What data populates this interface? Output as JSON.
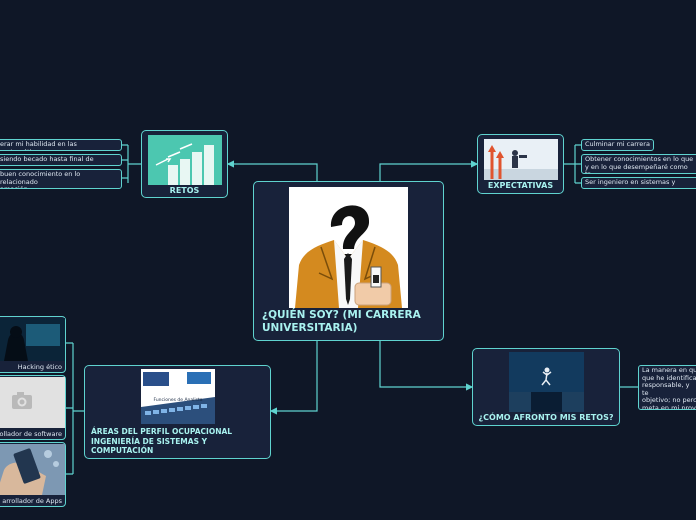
{
  "central": {
    "title": "¿QUIÉN SOY? (MI CARRERA UNIVERSITARIA)"
  },
  "retos": {
    "title": "RETOS",
    "items": [
      "erar mi habilidad en las matemáticas",
      "siendo becado hasta final de carrera.",
      "buen conocimiento en lo relacionado\namación"
    ]
  },
  "expectativas": {
    "title": "EXPECTATIVAS",
    "items": [
      "Culminar mi carrera",
      "Obtener conocimientos en lo que\ny en lo que desempeñaré como tr",
      "Ser ingeniero en sistemas y comp"
    ]
  },
  "afronto": {
    "title": "¿CÓMO AFRONTO MIS RETOS?",
    "text": "La manera en qu\nque he identifica\nresponsable, y te\nobjetivo; no perc\nmeta en mi proy"
  },
  "areas": {
    "title": "ÁREAS DEL PERFIL OCUPACIONAL INGENIERÍA DE SISTEMAS Y COMPUTACIÓN",
    "image_text": "Funciones de Analista",
    "items": [
      "Hacking ético",
      "rollador de software",
      "arrollador de Apps"
    ]
  },
  "colors": {
    "background": "#0f1727",
    "border": "#5fd3cf",
    "title": "#a8f2ef"
  }
}
